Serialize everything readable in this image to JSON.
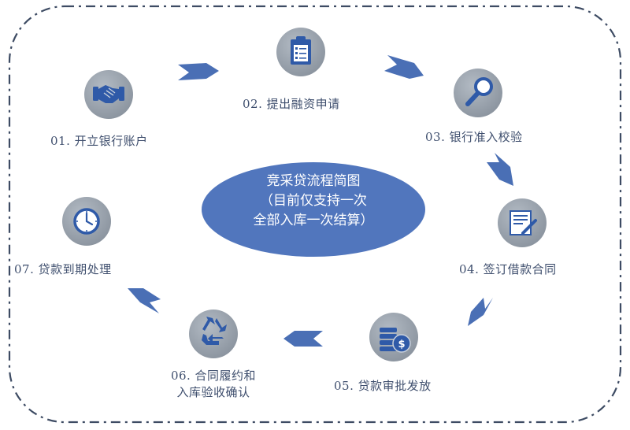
{
  "title_line1": "竞采贷流程简图",
  "title_line2": "（目前仅支持一次",
  "title_line3": "全部入库一次结算）",
  "steps": [
    {
      "label": "01. 开立银行账户",
      "icon": "handshake-icon"
    },
    {
      "label": "02. 提出融资申请",
      "icon": "clipboard-icon"
    },
    {
      "label": "03. 银行准入校验",
      "icon": "magnifier-icon"
    },
    {
      "label": "04. 签订借款合同",
      "icon": "contract-sign-icon"
    },
    {
      "label": "05. 贷款审批发放",
      "icon": "coins-icon"
    },
    {
      "label_line1": "06. 合同履约和",
      "label_line2": "入库验收确认",
      "icon": "recycle-icon"
    },
    {
      "label": "07. 贷款到期处理",
      "icon": "clock-icon"
    }
  ],
  "colors": {
    "icon_circle": "#9aa3ad",
    "icon_glyph": "#2f5aa8",
    "arrow": "#4a6fb5",
    "center_ellipse": "#5176bd",
    "border_dash": "#3d4b63",
    "label_text": "#3f4f6e"
  }
}
